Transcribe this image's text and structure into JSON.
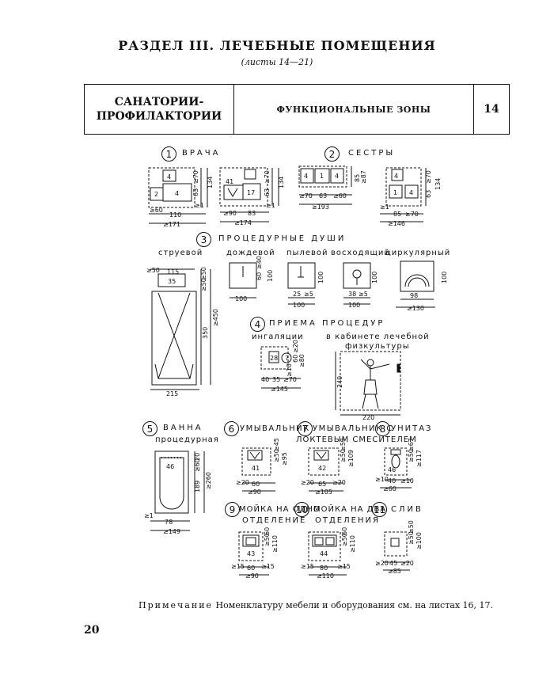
{
  "header": {
    "title": "РАЗДЕЛ III. ЛЕЧЕБНЫЕ ПОМЕЩЕНИЯ",
    "subtitle": "(листы 14—21)"
  },
  "table": {
    "left_line1": "САНАТОРИИ-",
    "left_line2": "ПРОФИЛАКТОРИИ",
    "middle": "ФУНКЦИОНАЛЬНЫЕ ЗОНЫ",
    "sheet": "14"
  },
  "sections": {
    "s1": {
      "num": "1",
      "title": "ВРАЧА"
    },
    "s2": {
      "num": "2",
      "title": "СЕСТРЫ"
    },
    "s3": {
      "num": "3",
      "title": "ПРОЦЕДУРНЫЕ ДУШИ",
      "sub": [
        "струевой",
        "дождевой",
        "пылевой",
        "восходящий",
        "циркулярный"
      ]
    },
    "s4": {
      "num": "4",
      "title": "ПРИЕМА ПРОЦЕДУР",
      "sub1": "ингаляции",
      "sub2a": "в кабинете лечебной",
      "sub2b": "физкультуры"
    },
    "s5": {
      "num": "5",
      "title": "ВАННА",
      "sub": "процедурная"
    },
    "s6": {
      "num": "6",
      "title": "УМЫВАЛЬНИК"
    },
    "s7": {
      "num": "7",
      "title": "УМЫВАЛЬНИК С",
      "sub": "ЛОКТЕВЫМ СМЕСИТЕЛЕМ"
    },
    "s8": {
      "num": "8",
      "title": "УНИТАЗ"
    },
    "s9": {
      "num": "9",
      "title": "МОЙКА НА ОДНО",
      "sub": "ОТДЕЛЕНИЕ"
    },
    "s10": {
      "num": "10",
      "title": "МОЙКА НА ДВА",
      "sub": "ОТДЕЛЕНИЯ"
    },
    "s11": {
      "num": "11",
      "title": "СЛИВ"
    }
  },
  "dims": {
    "d1a": [
      "4",
      "2",
      "4",
      "≥60",
      "110",
      "≥171",
      "63",
      "≥70",
      "134",
      "≥1"
    ],
    "d1b": [
      "41",
      "17",
      "≥90",
      "83",
      "≥174",
      "63",
      "≥70",
      "134",
      "≥1"
    ],
    "d2a": [
      "4",
      "1",
      "4",
      "≥70",
      "63",
      "≥60",
      "≥193",
      "85",
      "≥87"
    ],
    "d2b": [
      "4",
      "1",
      "4",
      "85",
      "≥70",
      "≥146",
      "63",
      "≥70",
      "134",
      "≥1"
    ],
    "d3": [
      "≥50",
      "115",
      "35",
      "≥50",
      "≥50",
      "350",
      "≥450",
      "215",
      "60",
      "≥40",
      "100",
      "100",
      "25",
      "≥5",
      "100",
      "100",
      "38",
      "≥5",
      "100",
      "100",
      "98",
      "≥130",
      "100"
    ],
    "d4": [
      "28",
      "7",
      "60",
      "≥80",
      "≥20",
      "≥10",
      "40",
      "35",
      "≥70",
      "≥145",
      "240",
      "220"
    ],
    "d5": [
      "46",
      "20",
      "≥60",
      "189",
      "≥260",
      "78",
      "≥149",
      "≥1"
    ],
    "d6": [
      "41",
      "≥50",
      "≥45",
      "≥95",
      "≥20",
      "60",
      "≥90"
    ],
    "d7": [
      "42",
      "≥50",
      "≥59",
      "≥109",
      "≥20",
      "65",
      "≥20",
      "≥105"
    ],
    "d8": [
      "46",
      "≥50",
      "≥67",
      "≥117",
      "≥10",
      "40",
      "≥10",
      "≥60"
    ],
    "d9": [
      "43",
      "≥50",
      "60",
      "≥110",
      "≥15",
      "60",
      "≥15",
      "≥90"
    ],
    "d10": [
      "44",
      "≥50",
      "60",
      "≥110",
      "≥15",
      "80",
      "≥15",
      "≥110"
    ],
    "d11": [
      "≥50",
      "≥50",
      "≥100",
      "≥20",
      "45",
      "≥20",
      "≥85"
    ]
  },
  "note": {
    "label": "Примечание",
    "text": "Номенклатуру мебели и оборудования см. на листах 16, 17."
  },
  "page_number": "20"
}
